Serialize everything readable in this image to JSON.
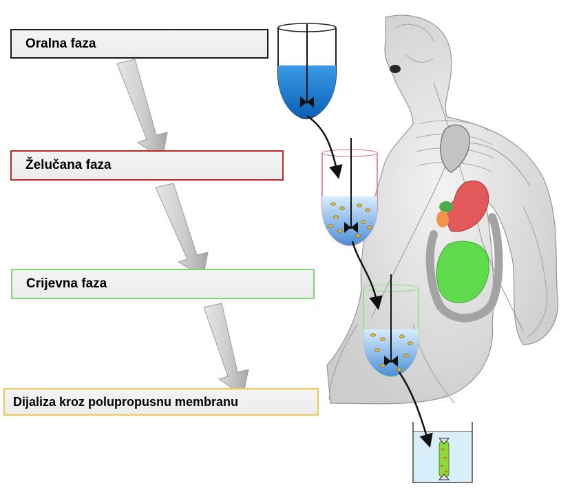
{
  "phases": {
    "oral": "Oralna faza",
    "gastric": "Želučana faza",
    "intestinal": "Crijevna faza",
    "dialysis": "Dijaliza kroz polupropusnu membranu"
  },
  "colors": {
    "oral_border": "#1a1a1a",
    "gastric_border": "#c0282d",
    "intestinal_border": "#7fd670",
    "dialysis_border": "#f2c84b",
    "liquid": "#1f7fd6",
    "arrow_fill": "#d4d4d4"
  }
}
